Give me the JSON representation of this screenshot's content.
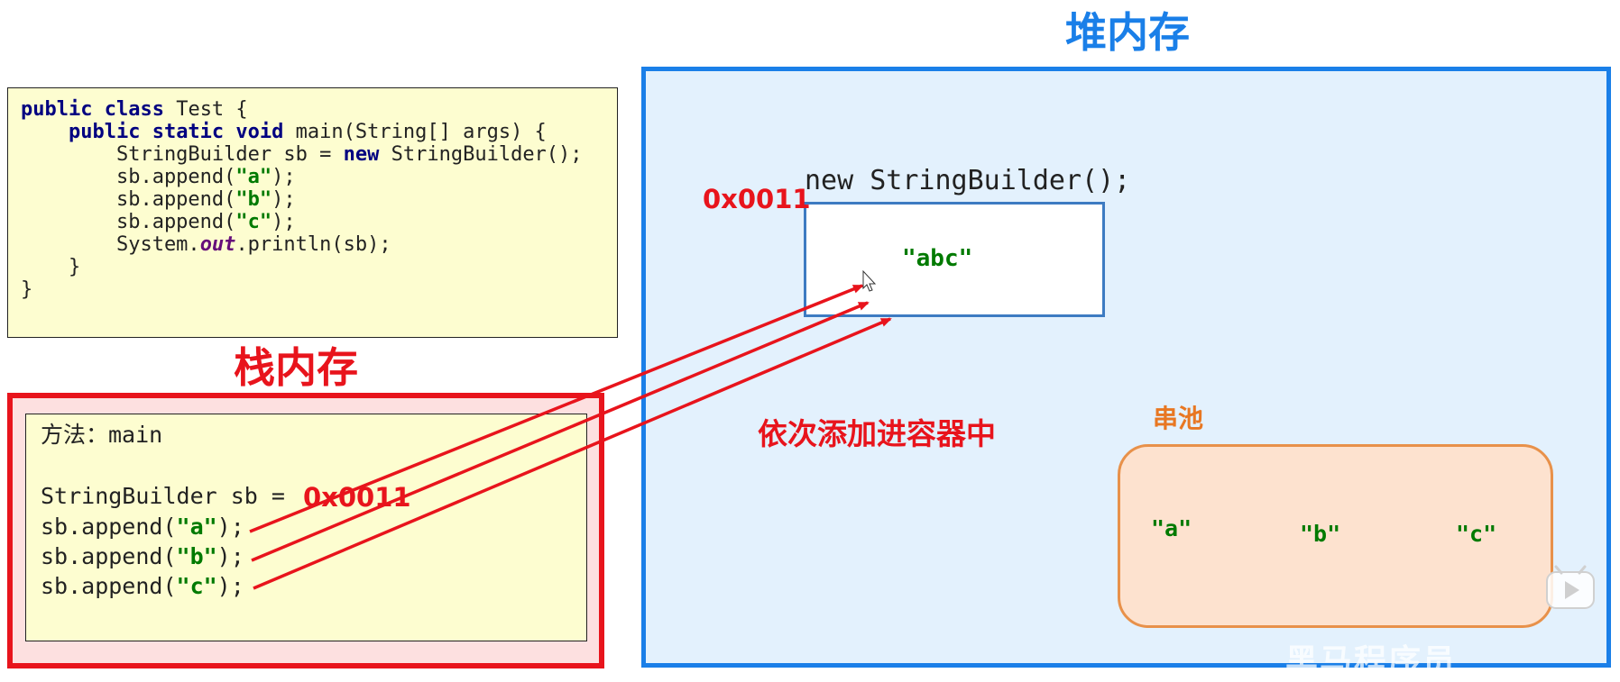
{
  "heap": {
    "title": "堆内存"
  },
  "code": {
    "line1": {
      "kw": "public class",
      "rest": " Test {"
    },
    "line2": {
      "indent": "    ",
      "kw": "public static void",
      "rest": " main(String[] args) {"
    },
    "line3": {
      "pre": "        StringBuilder sb = ",
      "kw": "new",
      "post": " StringBuilder();"
    },
    "append_a": {
      "pre": "        sb.append(",
      "str": "\"a\"",
      "post": ");"
    },
    "append_b": {
      "pre": "        sb.append(",
      "str": "\"b\"",
      "post": ");"
    },
    "append_c": {
      "pre": "        sb.append(",
      "str": "\"c\"",
      "post": ");"
    },
    "println": {
      "pre": "        System.",
      "fld": "out",
      "post": ".println(sb);"
    },
    "close_method": "    }",
    "close_class": "}"
  },
  "stack": {
    "title": "栈内存",
    "method_label": "方法：main",
    "decl": "StringBuilder sb = ",
    "address": "0x0011",
    "append_a": {
      "pre": "sb.append(",
      "str": "\"a\"",
      "post": ");"
    },
    "append_b": {
      "pre": "sb.append(",
      "str": "\"b\"",
      "post": ");"
    },
    "append_c": {
      "pre": "sb.append(",
      "str": "\"c\"",
      "post": ");"
    }
  },
  "builder": {
    "label": "new StringBuilder();",
    "address": "0x0011",
    "value": "\"abc\""
  },
  "note": "依次添加进容器中",
  "pool": {
    "label": "串池",
    "items": [
      "\"a\"",
      "\"b\"",
      "\"c\""
    ]
  },
  "watermark": "黑马程序员",
  "colors": {
    "heap": "#1a7fe8",
    "stack": "#e8141c",
    "pool": "#e8914a",
    "string_literal": "#007a00",
    "keyword": "#000080"
  }
}
